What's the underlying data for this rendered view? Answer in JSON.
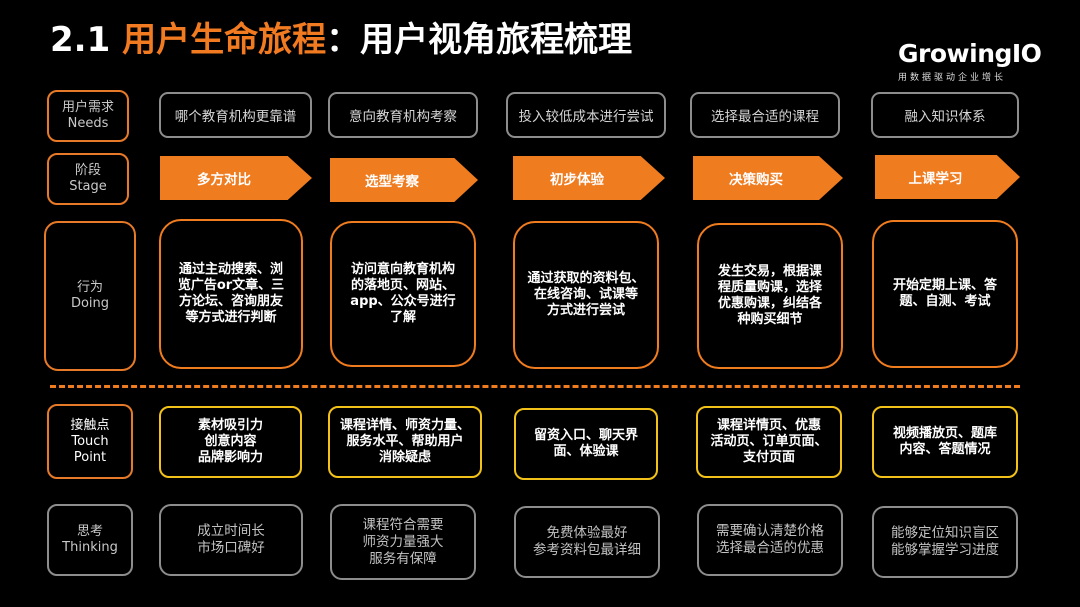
{
  "header": {
    "title_prefix": "2.1 ",
    "title_highlight": "用户生命旅程",
    "title_rest": "：用户视角旅程梳理"
  },
  "logo": {
    "name": "GrowingIO",
    "tagline": "用数据驱动企业增长"
  },
  "row_labels": {
    "needs": {
      "zh": "用户需求",
      "en": "Needs"
    },
    "stage": {
      "zh": "阶段",
      "en": "Stage"
    },
    "doing": {
      "zh": "行为",
      "en": "Doing"
    },
    "touch": {
      "zh": "接触点",
      "en1": "Touch",
      "en2": "Point"
    },
    "thinking": {
      "zh": "思考",
      "en": "Thinking"
    }
  },
  "needs": [
    "哪个教育机构更靠谱",
    "意向教育机构考察",
    "投入较低成本进行尝试",
    "选择最合适的课程",
    "融入知识体系"
  ],
  "stages": [
    "多方对比",
    "选型考察",
    "初步体验",
    "决策购买",
    "上课学习"
  ],
  "doing": [
    [
      "通过主动搜索、浏",
      "览广告or文章、三",
      "方论坛、咨询朋友",
      "等方式进行判断"
    ],
    [
      "访问意向教育机构",
      "的落地页、网站、",
      "app、公众号进行",
      "了解"
    ],
    [
      "通过获取的资料包、",
      "在线咨询、试课等",
      "方式进行尝试"
    ],
    [
      "发生交易，根据课",
      "程质量购课，选择",
      "优惠购课，纠结各",
      "种购买细节"
    ],
    [
      "开始定期上课、答",
      "题、自测、考试"
    ]
  ],
  "touch": [
    [
      "素材吸引力",
      "创意内容",
      "品牌影响力"
    ],
    [
      "课程详情、师资力量、",
      "服务水平、帮助用户",
      "消除疑虑"
    ],
    [
      "留资入口、聊天界",
      "面、体验课"
    ],
    [
      "课程详情页、优惠",
      "活动页、订单页面、",
      "支付页面"
    ],
    [
      "视频播放页、题库",
      "内容、答题情况"
    ]
  ],
  "thinking": [
    [
      "成立时间长",
      "市场口碑好"
    ],
    [
      "课程符合需要",
      "师资力量强大",
      "服务有保障"
    ],
    [
      "免费体验最好",
      "参考资料包最详细"
    ],
    [
      "需要确认清楚价格",
      "选择最合适的优惠"
    ],
    [
      "能够定位知识盲区",
      "能够掌握学习进度"
    ]
  ],
  "colors": {
    "accent": "#f07c20",
    "touch_border": "#f3c21a",
    "gray_border": "#8d8d8d",
    "background": "#000000"
  }
}
